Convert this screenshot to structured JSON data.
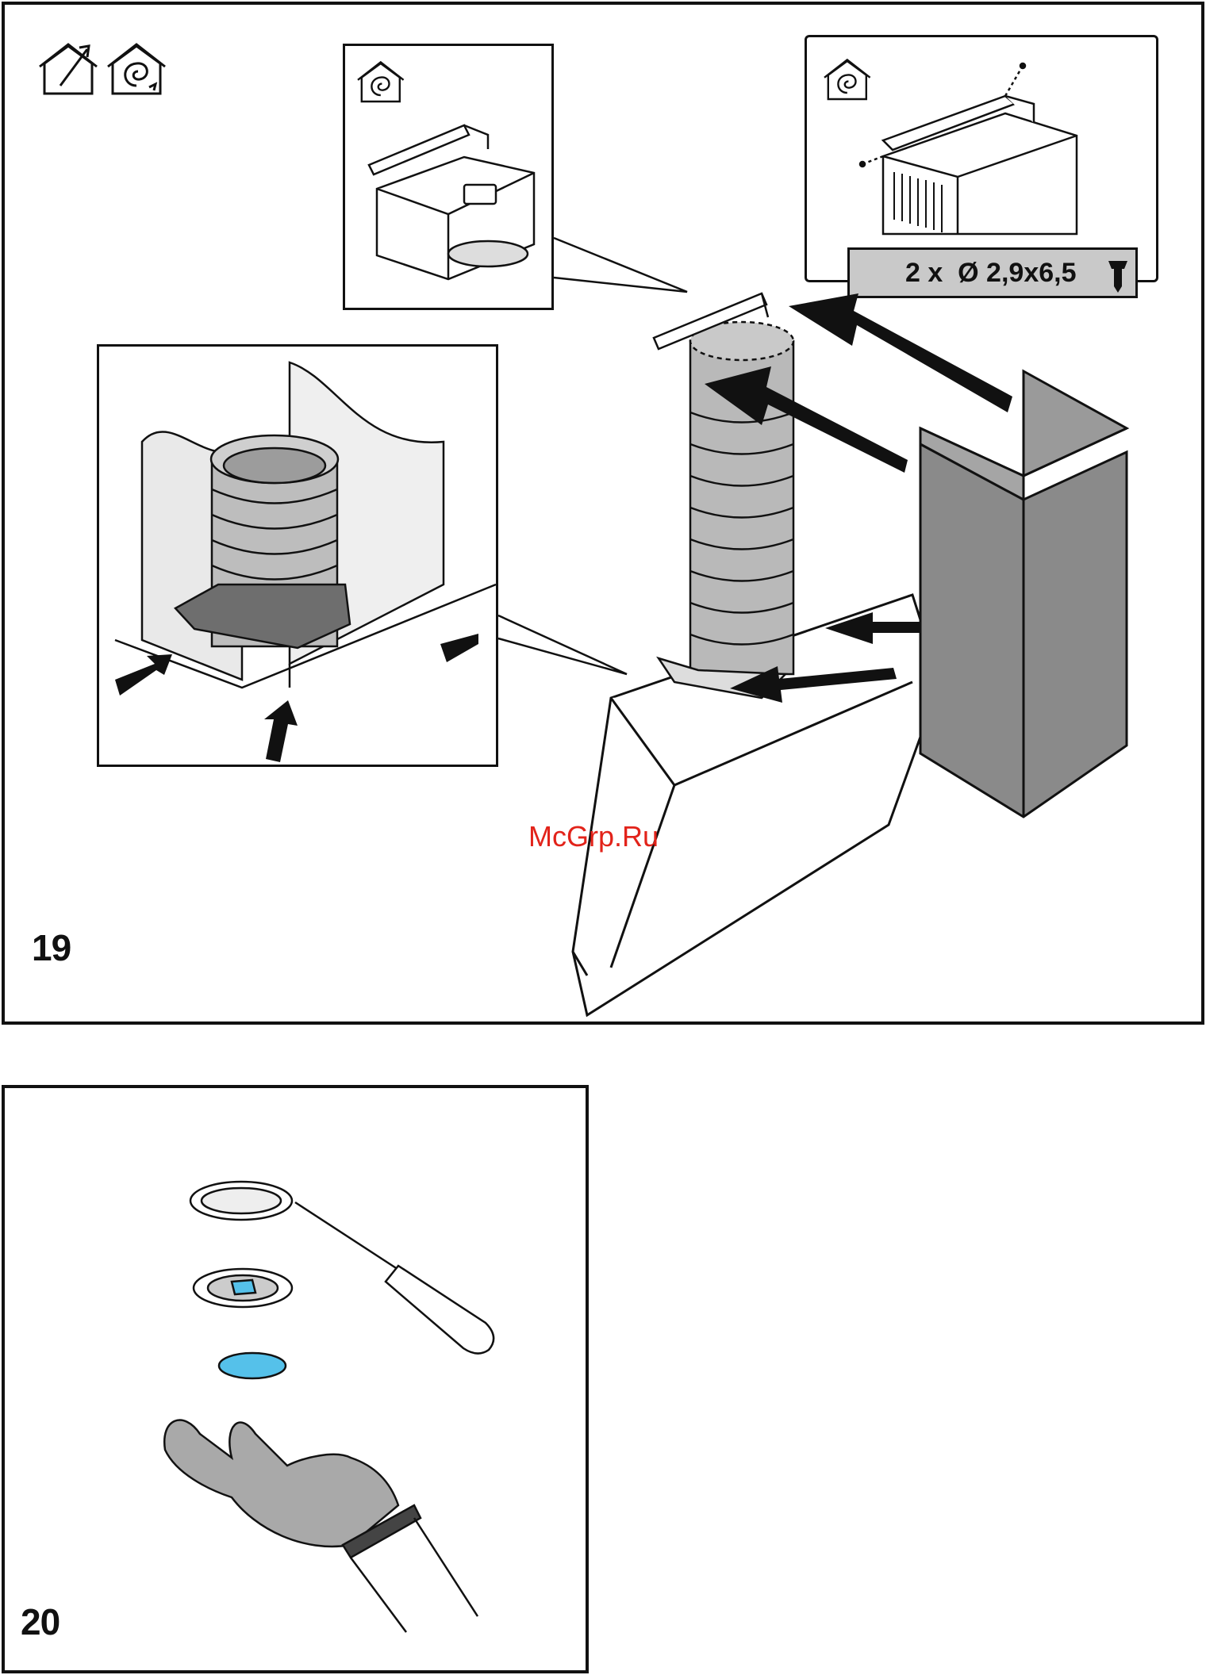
{
  "steps": [
    {
      "number": "19"
    },
    {
      "number": "20"
    }
  ],
  "screw_spec": "2 x  Ø 2,9x6,5",
  "watermark": "McGrp.Ru",
  "icons": {
    "extraction_mode": "house-extraction-icon",
    "recirculation_mode": "house-recirculation-icon",
    "screw": "screw-icon"
  },
  "colors": {
    "chimney_gray": "#8a8a8a",
    "duct_gray": "#b9b9b9",
    "filter_blue": "#55c1ea",
    "glove_gray": "#a9a9a9",
    "watermark_red": "#e2231a"
  }
}
